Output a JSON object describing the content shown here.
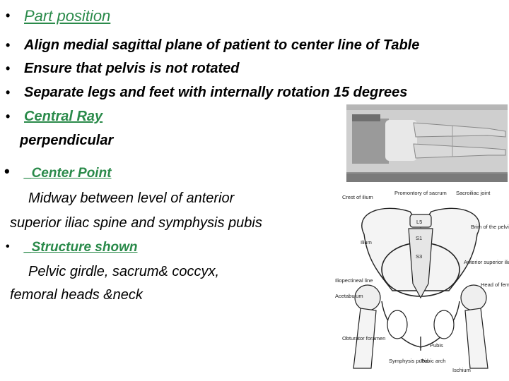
{
  "bullets": {
    "part_position": "Part  position",
    "line1": "Align medial sagittal plane of patient to center line of Table",
    "line2": "Ensure that pelvis is not rotated",
    "line3": "Separate legs and feet with internally rotation 15 degrees",
    "central_ray": "Central Ray",
    "central_ray_detail": "perpendicular",
    "center_point": "_Center Point",
    "center_point_line1": "Midway between level of anterior",
    "center_point_line2": "superior iliac spine  and symphysis pubis",
    "structure_shown": "_Structure shown",
    "structure_line1": "Pelvic girdle, sacrum& coccyx,",
    "structure_line2": "femoral heads &neck"
  },
  "diagram_labels": {
    "crest_of_ilium": "Crest of ilium",
    "promontory_of_sacrum": "Promontory of sacrum",
    "sacroiliac_joint": "Sacroiliac joint",
    "brim_of_pelvis": "Brim of the pelvis",
    "ilium": "Ilium",
    "l5": "L5",
    "s1": "S1",
    "s3": "S3",
    "iliopectineal_line": "Iliopectineal line",
    "acetabulum": "Acetabulum",
    "anterior_superior_iliac_spine": "Anterior superior iliac spine",
    "head_of_femur": "Head of femur",
    "obturator_foramen": "Obturator foramen",
    "pubis": "Pubis",
    "symphysis_pubis": "Symphysis pubis",
    "pubic_arch": "Pubic arch",
    "ischium": "Ischium"
  },
  "colors": {
    "heading_green": "#2a8a4a",
    "text": "#000000"
  }
}
